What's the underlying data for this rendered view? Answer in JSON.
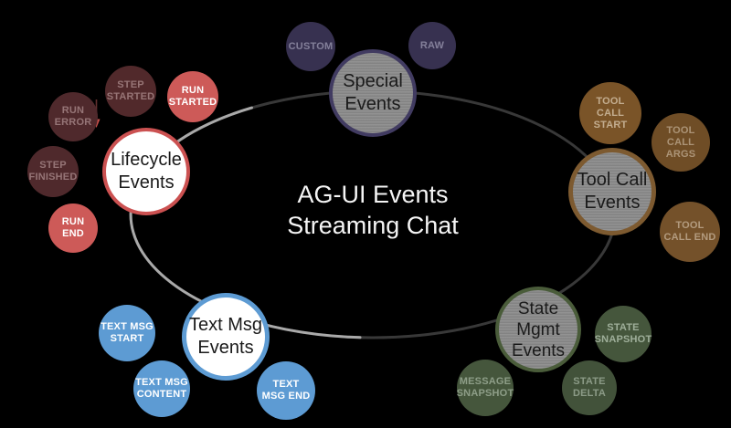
{
  "diagram": {
    "background": "#000000",
    "center_title": "AG-UI Events\nStreaming Chat",
    "center_title_color": "#f5f5f5",
    "orbit": {
      "ring_dark": "#383838",
      "ring_light": "#a9a9a9"
    },
    "connector": {
      "line_color": "#63302f",
      "head_color": "#c9504b"
    }
  },
  "clusters": {
    "lifecycle": {
      "hub": {
        "label": "Lifecycle\nEvents",
        "fill": "#ffffff",
        "border": "#cb5151",
        "label_color": "#1a1a1a"
      },
      "satellites": {
        "run_error": {
          "label": "RUN\nERROR",
          "fill": "#4f292c",
          "label_color": "rgba(255,230,230,0.40)"
        },
        "step_started": {
          "label": "STEP\nSTARTED",
          "fill": "#51292b",
          "label_color": "rgba(255,230,230,0.40)"
        },
        "run_started": {
          "label": "RUN\nSTARTED",
          "fill": "#cd5a58",
          "label_color": "#ffffff"
        },
        "step_finished": {
          "label": "STEP\nFINISHED",
          "fill": "#4f292c",
          "label_color": "rgba(255,230,230,0.40)"
        },
        "run_end": {
          "label": "RUN\nEND",
          "fill": "#cd5a58",
          "label_color": "#ffffff"
        }
      }
    },
    "special": {
      "hub": {
        "label": "Special\nEvents",
        "fill": "#8b8b8b",
        "border": "#413b61",
        "label_color": "#1a1a1a"
      },
      "satellites": {
        "custom": {
          "label": "CUSTOM",
          "fill": "#373150",
          "label_color": "rgba(235,235,255,0.42)"
        },
        "raw": {
          "label": "RAW",
          "fill": "#373150",
          "label_color": "rgba(235,235,255,0.42)"
        }
      }
    },
    "tool_call": {
      "hub": {
        "label": "Tool Call\nEvents",
        "fill": "#8b8b8b",
        "border": "#7d5a30",
        "label_color": "#1a1a1a"
      },
      "satellites": {
        "tool_call_start": {
          "label": "TOOL\nCALL\nSTART",
          "fill": "#7a5428",
          "label_color": "rgba(255,245,228,0.55)"
        },
        "tool_call_args": {
          "label": "TOOL\nCALL\nARGS",
          "fill": "#6f4d26",
          "label_color": "rgba(255,245,228,0.42)"
        },
        "tool_call_end": {
          "label": "TOOL\nCALL END",
          "fill": "#74512a",
          "label_color": "rgba(255,245,228,0.45)"
        }
      }
    },
    "state_mgmt": {
      "hub": {
        "label": "State\nMgmt\nEvents",
        "fill": "#8b8b8b",
        "border": "#4a5c3a",
        "label_color": "#1a1a1a"
      },
      "satellites": {
        "state_snapshot": {
          "label": "STATE\nSNAPSHOT",
          "fill": "#45563c",
          "label_color": "rgba(240,255,240,0.52)"
        },
        "state_delta": {
          "label": "STATE\nDELTA",
          "fill": "#42523a",
          "label_color": "rgba(240,255,240,0.42)"
        },
        "message_snapshot": {
          "label": "MESSAGE\nSNAPSHOT",
          "fill": "#45563c",
          "label_color": "rgba(240,255,240,0.42)"
        }
      }
    },
    "text_msg": {
      "hub": {
        "label": "Text Msg\nEvents",
        "fill": "#ffffff",
        "border": "#5d9bd3",
        "label_color": "#1a1a1a"
      },
      "satellites": {
        "text_msg_start": {
          "label": "TEXT MSG\nSTART",
          "fill": "#5d9bd3",
          "label_color": "#ffffff"
        },
        "text_msg_content": {
          "label": "TEXT MSG\nCONTENT",
          "fill": "#5d9bd3",
          "label_color": "#ffffff"
        },
        "text_msg_end": {
          "label": "TEXT\nMSG END",
          "fill": "#5d9bd3",
          "label_color": "#ffffff"
        }
      }
    }
  }
}
